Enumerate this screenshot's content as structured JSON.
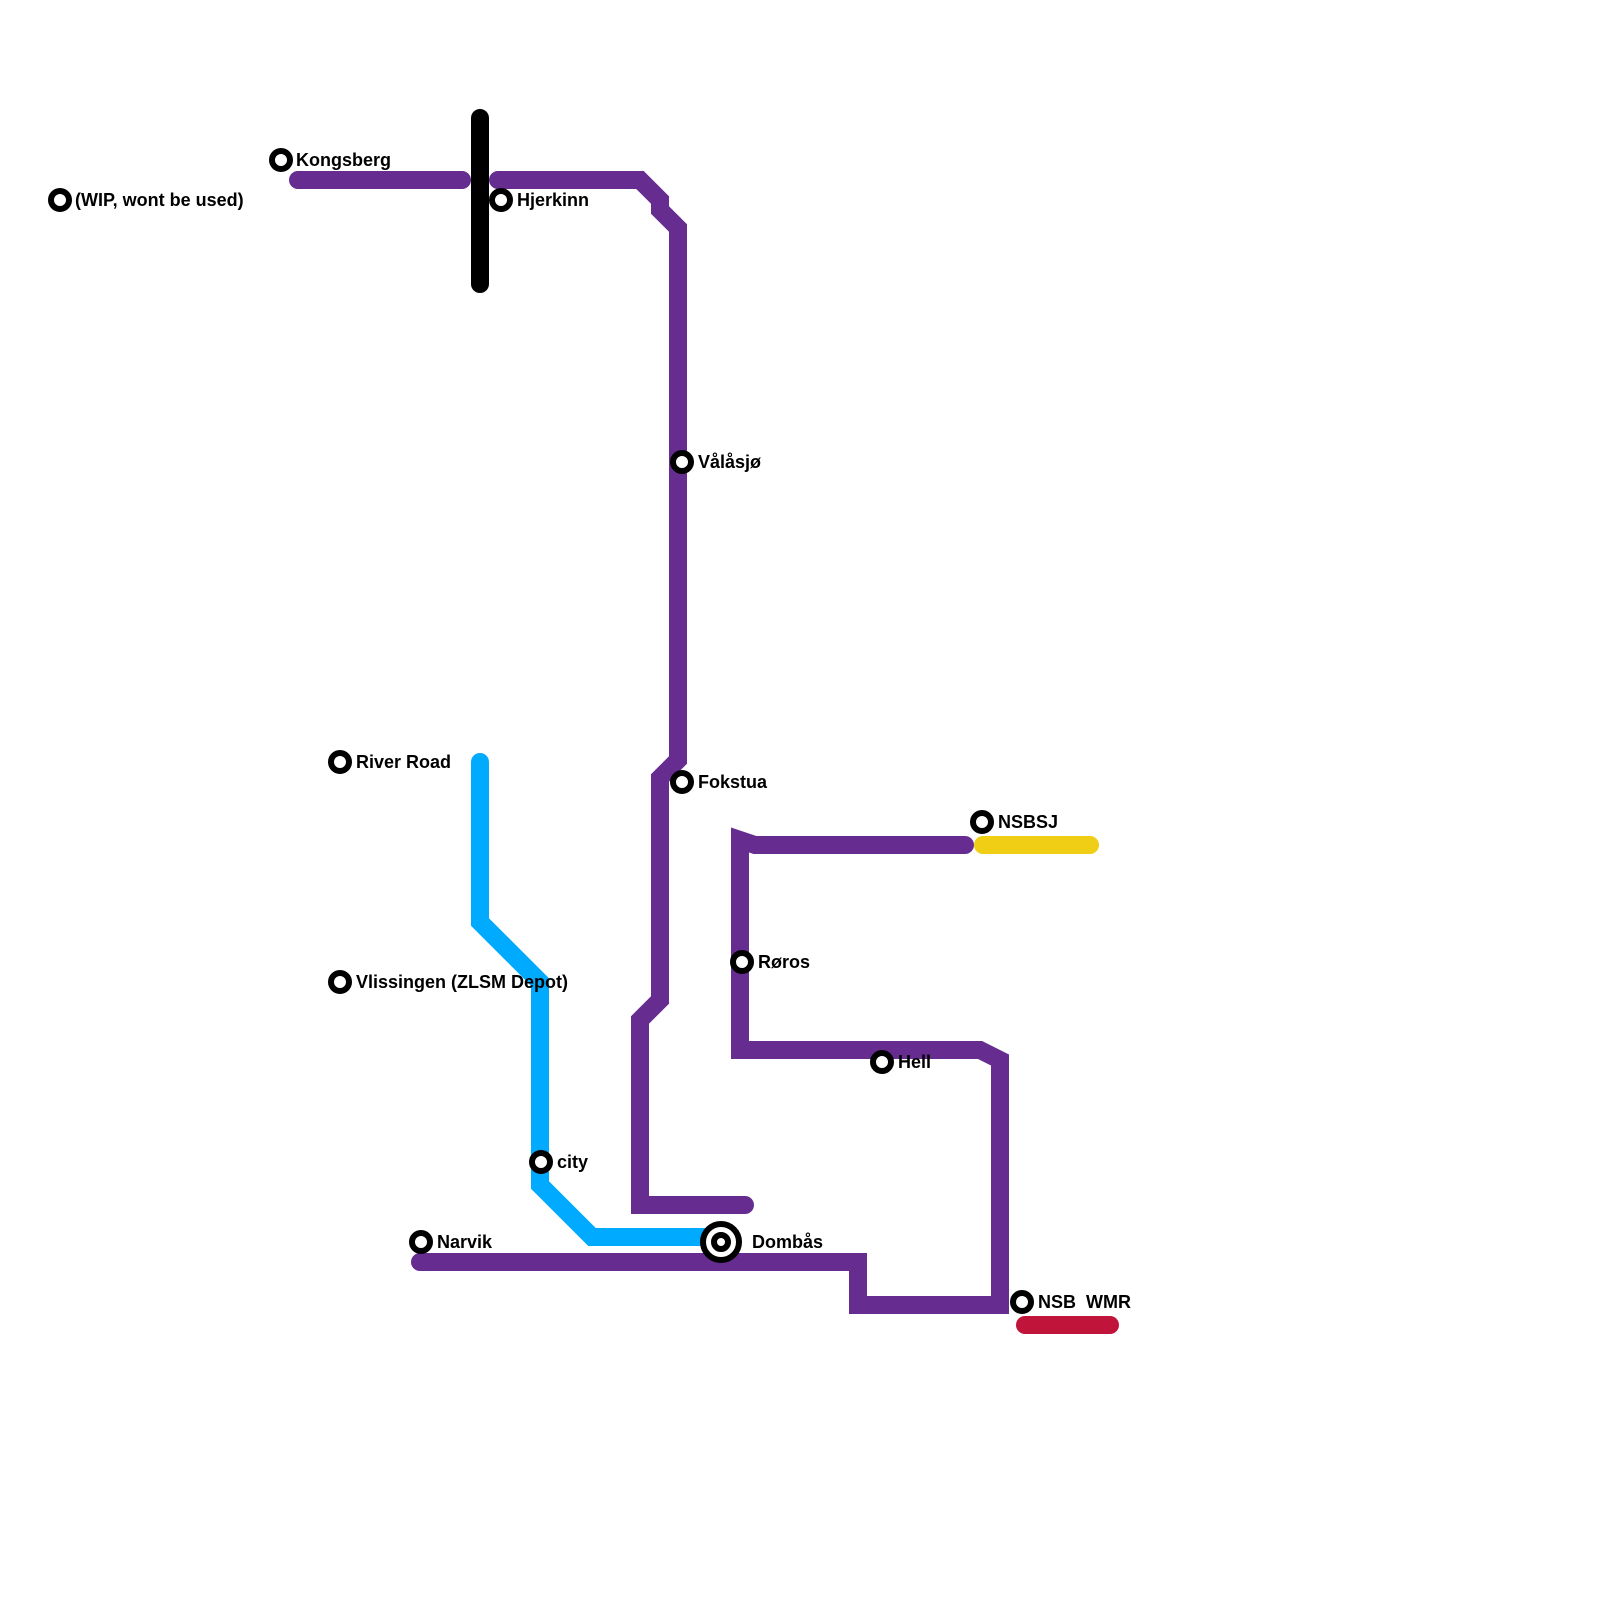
{
  "colors": {
    "purple": "#662c90",
    "blue": "#00aaff",
    "black": "#000000",
    "yellow": "#f0ce15",
    "red": "#c1143b"
  },
  "lines": [
    {
      "id": "purple-main",
      "color": "purple",
      "name": "Purple line"
    },
    {
      "id": "blue-branch",
      "color": "blue",
      "name": "Blue line"
    },
    {
      "id": "black-bar",
      "color": "black",
      "name": "Black line"
    },
    {
      "id": "yellow-stub",
      "color": "yellow",
      "name": "Yellow line"
    },
    {
      "id": "red-stub",
      "color": "red",
      "name": "Red line"
    }
  ],
  "stations": [
    {
      "id": "wip",
      "label": "(WIP, wont be used)",
      "interchange": false
    },
    {
      "id": "kongsberg",
      "label": "Kongsberg",
      "interchange": false
    },
    {
      "id": "hjerkinn",
      "label": "Hjerkinn",
      "interchange": false
    },
    {
      "id": "valasjo",
      "label": "Vålåsjø",
      "interchange": false
    },
    {
      "id": "fokstua",
      "label": "Fokstua",
      "interchange": false
    },
    {
      "id": "nsbsj",
      "label": "NSBSJ",
      "interchange": false
    },
    {
      "id": "river-road",
      "label": "River Road",
      "interchange": false
    },
    {
      "id": "vlissingen",
      "label": "Vlissingen (ZLSM Depot)",
      "interchange": false
    },
    {
      "id": "roros",
      "label": "Røros",
      "interchange": false
    },
    {
      "id": "hell",
      "label": "Hell",
      "interchange": false
    },
    {
      "id": "city",
      "label": "city",
      "interchange": false
    },
    {
      "id": "narvik",
      "label": "Narvik",
      "interchange": false
    },
    {
      "id": "dombas",
      "label": "Dombås",
      "interchange": true
    },
    {
      "id": "nsb-wmr",
      "label": "NSB  WMR",
      "interchange": false
    }
  ]
}
